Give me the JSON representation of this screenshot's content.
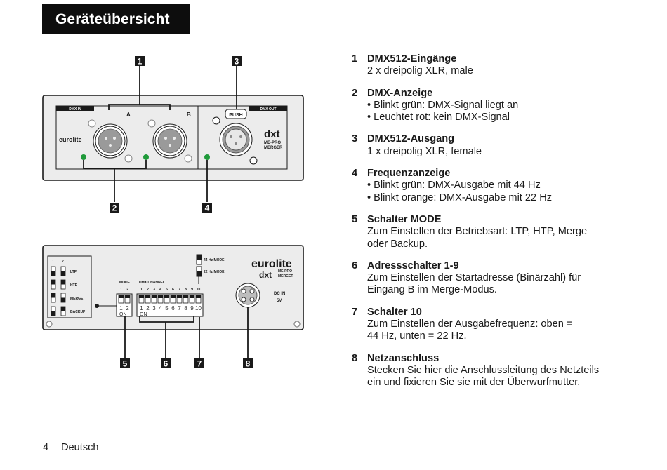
{
  "page": {
    "title": "Geräteübersicht",
    "footer": {
      "page_number": "4",
      "language": "Deutsch"
    }
  },
  "diagram": {
    "front_panel": {
      "labels": {
        "dmx_in": "DMX IN",
        "dmx_out": "DMX OUT",
        "input_a": "A",
        "input_b": "B",
        "push": "PUSH",
        "brand": "eurolite",
        "logo_dxt": "dxt",
        "model_line1": "ME-PRO",
        "model_line2": "MERGER"
      },
      "led_color": "#1f9a3a"
    },
    "rear_panel": {
      "mode_table": {
        "headers": [
          "1",
          "2"
        ],
        "rows": [
          {
            "label": "LTP",
            "switch1": "down",
            "switch2": "down"
          },
          {
            "label": "HTP",
            "switch1": "up",
            "switch2": "up"
          },
          {
            "label": "MERGE",
            "switch1": "up",
            "switch2": "down"
          },
          {
            "label": "BACKUP",
            "switch1": "down",
            "switch2": "up"
          }
        ]
      },
      "mode_switch": {
        "title": "MODE",
        "numbers": [
          "1",
          "2"
        ],
        "on_label": "ON"
      },
      "dmx_channel": {
        "title": "DMX CHANNEL",
        "numbers": [
          "1",
          "2",
          "3",
          "4",
          "5",
          "6",
          "7",
          "8",
          "9",
          "10"
        ],
        "on_label": "ON"
      },
      "freq_modes": [
        "44 Hz MODE",
        "22 Hz MODE"
      ],
      "brand": "eurolite",
      "logo_dxt": "dxt",
      "model_line1": "ME-PRO",
      "model_line2": "MERGER",
      "power_label_line1": "DC IN",
      "power_label_line2": "5V"
    },
    "callouts": [
      "1",
      "2",
      "3",
      "4",
      "5",
      "6",
      "7",
      "8"
    ]
  },
  "legend": [
    {
      "num": "1",
      "title": "DMX512-Eingänge",
      "lines": [
        "2 x dreipolig XLR, male"
      ]
    },
    {
      "num": "2",
      "title": "DMX-Anzeige",
      "lines": [
        "• Blinkt grün: DMX-Signal liegt an",
        "• Leuchtet rot: kein DMX-Signal"
      ]
    },
    {
      "num": "3",
      "title": "DMX512-Ausgang",
      "lines": [
        "1 x dreipolig XLR, female"
      ]
    },
    {
      "num": "4",
      "title": "Frequenzanzeige",
      "lines": [
        "• Blinkt grün: DMX-Ausgabe mit 44 Hz",
        "• Blinkt orange: DMX-Ausgabe mit 22 Hz"
      ]
    },
    {
      "num": "5",
      "title": "Schalter MODE",
      "lines": [
        "Zum Einstellen der Betriebsart: LTP, HTP, Merge",
        "oder Backup."
      ]
    },
    {
      "num": "6",
      "title": "Adressschalter 1-9",
      "lines": [
        "Zum Einstellen der Startadresse (Binärzahl) für",
        "Eingang B im Merge-Modus."
      ]
    },
    {
      "num": "7",
      "title": "Schalter 10",
      "lines": [
        "Zum Einstellen der Ausgabefrequenz: oben =",
        "44 Hz, unten = 22 Hz."
      ]
    },
    {
      "num": "8",
      "title": "Netzanschluss",
      "lines": [
        "Stecken Sie hier die Anschlussleitung des Netzteils",
        "ein und fixieren Sie sie mit der Überwurfmutter."
      ]
    }
  ]
}
